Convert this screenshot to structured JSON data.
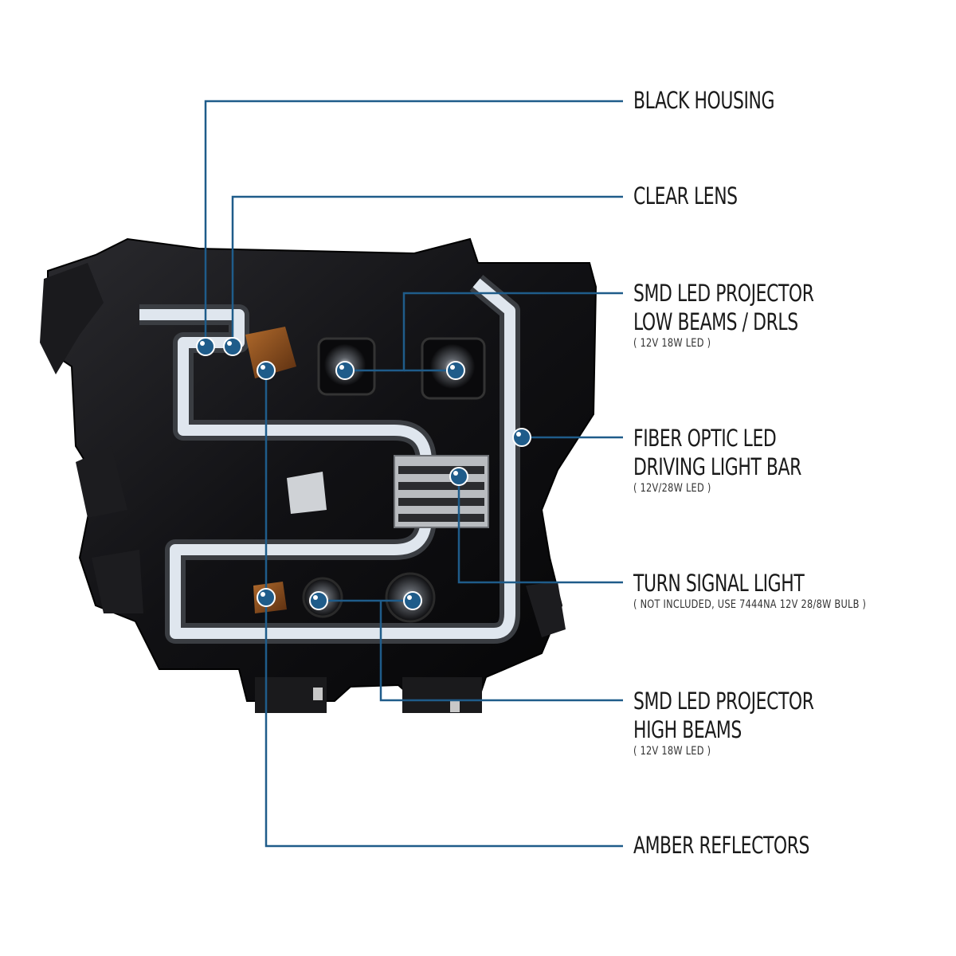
{
  "colors": {
    "leader": "#1f5c8a",
    "housing": "#0e0e10",
    "drl": "#dfe6ee"
  },
  "callouts": [
    {
      "id": "black-housing",
      "lines": [
        "BLACK HOUSING"
      ],
      "spec": ""
    },
    {
      "id": "clear-lens",
      "lines": [
        "CLEAR LENS"
      ],
      "spec": ""
    },
    {
      "id": "low-beams",
      "lines": [
        "SMD LED PROJECTOR",
        "LOW BEAMS / DRLS"
      ],
      "spec": "( 12V 18W LED )"
    },
    {
      "id": "light-bar",
      "lines": [
        "FIBER OPTIC LED",
        "DRIVING LIGHT BAR"
      ],
      "spec": "( 12V/28W LED )"
    },
    {
      "id": "turn-signal",
      "lines": [
        "TURN SIGNAL LIGHT"
      ],
      "spec": "( NOT INCLUDED, USE  7444NA 12V 28/8W  BULB )"
    },
    {
      "id": "high-beams",
      "lines": [
        "SMD LED PROJECTOR",
        "HIGH BEAMS"
      ],
      "spec": "( 12V 18W LED )"
    },
    {
      "id": "amber-reflectors",
      "lines": [
        "AMBER REFLECTORS"
      ],
      "spec": ""
    }
  ]
}
